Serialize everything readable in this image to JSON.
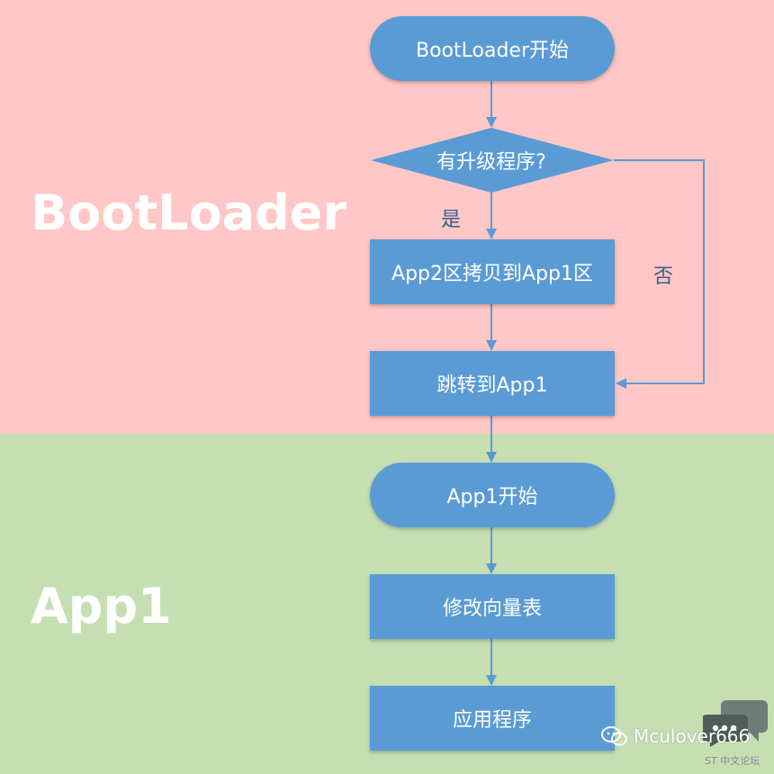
{
  "zones": [
    {
      "title": "BootLoader",
      "color": "#ffc7c6"
    },
    {
      "title": "App1",
      "color": "#c5dfb3"
    }
  ],
  "nodes": {
    "bootloader_start": "BootLoader开始",
    "has_upgrade": "有升级程序?",
    "copy_app2_to_app1": "App2区拷贝到App1区",
    "jump_to_app1": "跳转到App1",
    "app1_start": "App1开始",
    "modify_vector_table": "修改向量表",
    "application": "应用程序"
  },
  "edges": {
    "yes_label": "是",
    "no_label": "否"
  },
  "colors": {
    "node_fill": "#5b9bd5",
    "arrow": "#5b9bd5"
  },
  "watermark": {
    "account": "Mculover666",
    "forum": "ST 中文论坛"
  }
}
